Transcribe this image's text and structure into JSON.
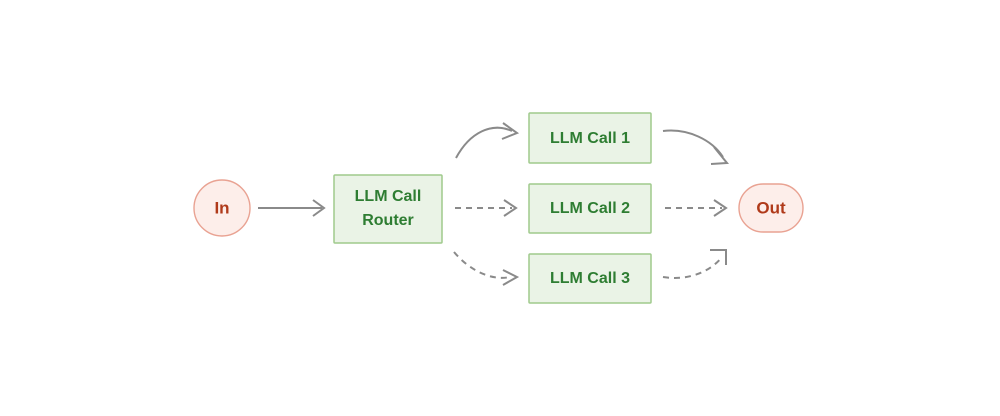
{
  "diagram": {
    "type": "flowchart",
    "direction": "left-to-right",
    "background_color": "#ffffff",
    "nodes": [
      {
        "id": "in",
        "label": "In",
        "shape": "circle",
        "fill_color": "#fdeeea",
        "border_color": "#e9a292",
        "text_color": "#b03a1a"
      },
      {
        "id": "router",
        "label_line_1": "LLM Call",
        "label_line_2": "Router",
        "shape": "rectangle",
        "fill_color": "#eaf3e6",
        "border_color": "#9fca8c",
        "text_color": "#2e7d32"
      },
      {
        "id": "call1",
        "label": "LLM Call 1",
        "shape": "rectangle",
        "fill_color": "#eaf3e6",
        "border_color": "#9fca8c",
        "text_color": "#2e7d32"
      },
      {
        "id": "call2",
        "label": "LLM Call 2",
        "shape": "rectangle",
        "fill_color": "#eaf3e6",
        "border_color": "#9fca8c",
        "text_color": "#2e7d32"
      },
      {
        "id": "call3",
        "label": "LLM Call 3",
        "shape": "rectangle",
        "fill_color": "#eaf3e6",
        "border_color": "#9fca8c",
        "text_color": "#2e7d32"
      },
      {
        "id": "out",
        "label": "Out",
        "shape": "stadium",
        "fill_color": "#fdeeea",
        "border_color": "#e9a292",
        "text_color": "#b03a1a"
      }
    ],
    "edges": [
      {
        "from": "in",
        "to": "router",
        "style": "solid",
        "arrow": "open",
        "color": "#8a8a8a"
      },
      {
        "from": "router",
        "to": "call1",
        "style": "solid",
        "arrow": "open",
        "color": "#8a8a8a"
      },
      {
        "from": "router",
        "to": "call2",
        "style": "dashed",
        "arrow": "open",
        "color": "#8a8a8a"
      },
      {
        "from": "router",
        "to": "call3",
        "style": "dashed",
        "arrow": "open",
        "color": "#8a8a8a"
      },
      {
        "from": "call1",
        "to": "out",
        "style": "solid",
        "arrow": "open",
        "color": "#8a8a8a"
      },
      {
        "from": "call2",
        "to": "out",
        "style": "dashed",
        "arrow": "open",
        "color": "#8a8a8a"
      },
      {
        "from": "call3",
        "to": "out",
        "style": "dashed",
        "arrow": "open",
        "color": "#8a8a8a"
      }
    ]
  }
}
